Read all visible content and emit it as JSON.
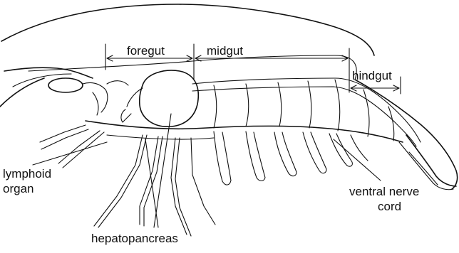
{
  "labels": {
    "foregut": "foregut",
    "midgut": "midgut",
    "hindgut": "hindgut",
    "lymphoid_1": "lymphoid",
    "lymphoid_2": "organ",
    "ventral_1": "ventral nerve",
    "ventral_2": "cord",
    "hepatopancreas": "hepatopancreas"
  }
}
